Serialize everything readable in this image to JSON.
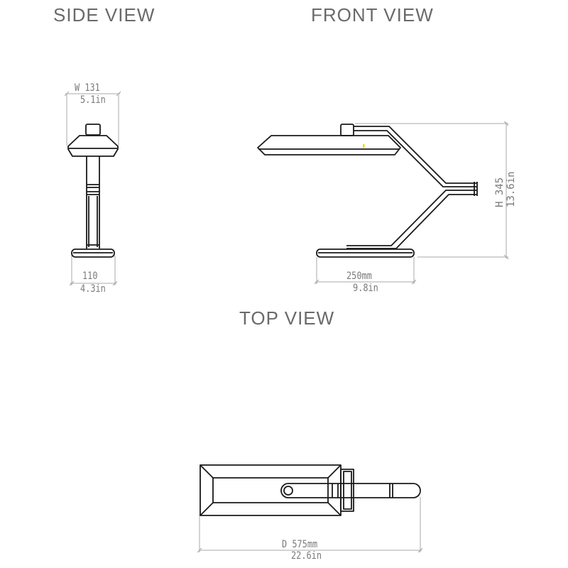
{
  "views": {
    "side": {
      "title": "SIDE VIEW",
      "width_label": "W 131",
      "width_imperial": "5.1in",
      "base_label": "110",
      "base_imperial": "4.3in"
    },
    "front": {
      "title": "FRONT VIEW",
      "height_label": "H 345",
      "height_imperial": "13.6in",
      "base_label": "250mm",
      "base_imperial": "9.8in"
    },
    "top": {
      "title": "TOP VIEW",
      "depth_label": "D 575mm",
      "depth_imperial": "22.6in"
    }
  },
  "colors": {
    "line": "#1a1a1a",
    "dimension": "#a0a0a0",
    "title": "#6a6a6a",
    "highlight": "#e8e000"
  }
}
